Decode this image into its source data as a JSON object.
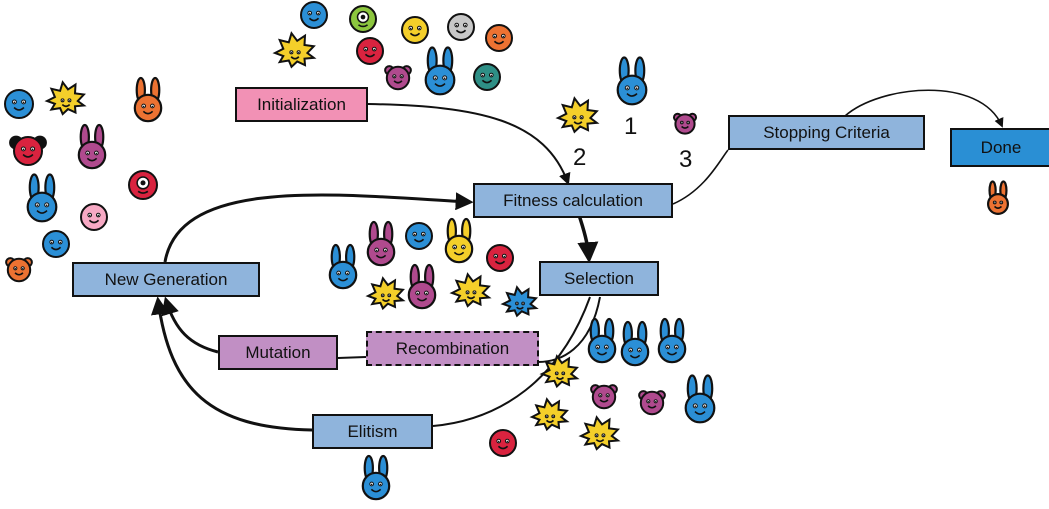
{
  "nodes": {
    "initialization": {
      "label": "Initialization",
      "color": "#f291b5"
    },
    "fitness": {
      "label": "Fitness calculation",
      "color": "#8fb4dc"
    },
    "selection": {
      "label": "Selection",
      "color": "#8fb4dc"
    },
    "new_generation": {
      "label": "New Generation",
      "color": "#8fb4dc"
    },
    "mutation": {
      "label": "Mutation",
      "color": "#c18fc4"
    },
    "recombination": {
      "label": "Recombination",
      "color": "#c18fc4"
    },
    "elitism": {
      "label": "Elitism",
      "color": "#8fb4dc"
    },
    "stopping": {
      "label": "Stopping Criteria",
      "color": "#8fb4dc"
    },
    "done": {
      "label": "Done",
      "color": "#2a8fd4"
    }
  },
  "ranks": [
    "1",
    "2",
    "3"
  ],
  "palette": {
    "blue": "#2b8fd6",
    "yellow": "#f4cf2a",
    "red": "#d9233f",
    "magenta": "#b04a8e",
    "orange": "#ec7232",
    "pink": "#f7a9c4",
    "teal": "#2e8f86",
    "gray": "#c8c8c8",
    "green": "#8cc63e"
  },
  "creature_icons": [
    "bunny-icon",
    "spiky-creature-icon",
    "bear-face-icon",
    "round-face-icon",
    "mouse-face-icon",
    "cyclops-face-icon"
  ]
}
